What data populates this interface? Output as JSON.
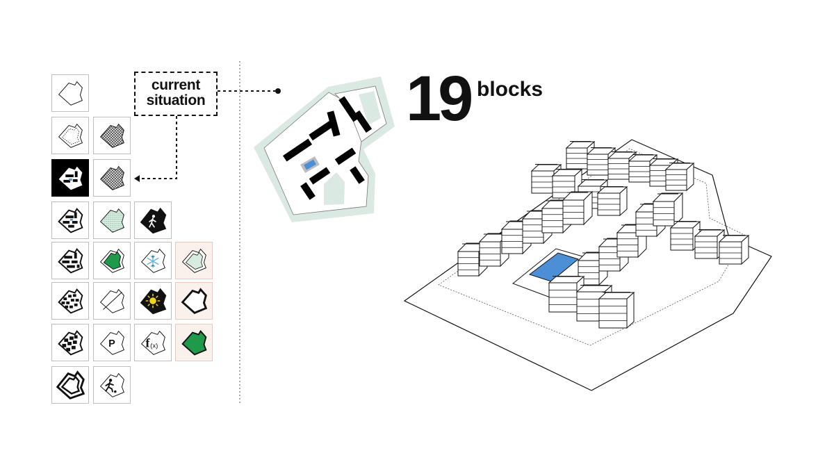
{
  "callout": {
    "line1": "current",
    "line2": "situation"
  },
  "headline": {
    "count": "19",
    "unit": "blocks"
  },
  "icons": {
    "tile_r0_c0": "site-outline-icon",
    "tile_r1_c0": "setback-outline-icon",
    "tile_r1_c1": "grid-hatch-icon",
    "tile_r2_c0": "current-situation-inverted-icon",
    "tile_r2_c1": "grid-hatch-icon",
    "tile_r3_c0": "block-layout-icon",
    "tile_r3_c1": "green-dotted-area-icon",
    "tile_r3_c2": "pedestrian-icon",
    "tile_r4_c1": "green-park-icon",
    "tile_r4_c2": "snowflake-icon",
    "tile_r4_c3": "green-outline-icon",
    "tile_r5_c1": "diagonal-line-icon",
    "tile_r5_c2": "sun-icon",
    "tile_r5_c3": "bold-outline-icon",
    "tile_r6_c1": "parking-icon",
    "tile_r6_c2": "function-icon",
    "tile_r6_c3": "green-filled-site-icon",
    "tile_r7_c0": "double-outline-icon",
    "tile_r7_c1": "football-player-icon"
  },
  "labels": {
    "parking": "P",
    "function": "f",
    "function_arg": "(x)"
  },
  "colors": {
    "ink": "#111111",
    "green": "#1f9a4a",
    "light_green": "#d7ebe0",
    "site_mint": "#dbe9e3",
    "pool_blue": "#4d8fd6",
    "pink_tile": "#fbf1ec",
    "snow_blue": "#6fb7d9",
    "sun_yellow": "#f2d21b"
  }
}
